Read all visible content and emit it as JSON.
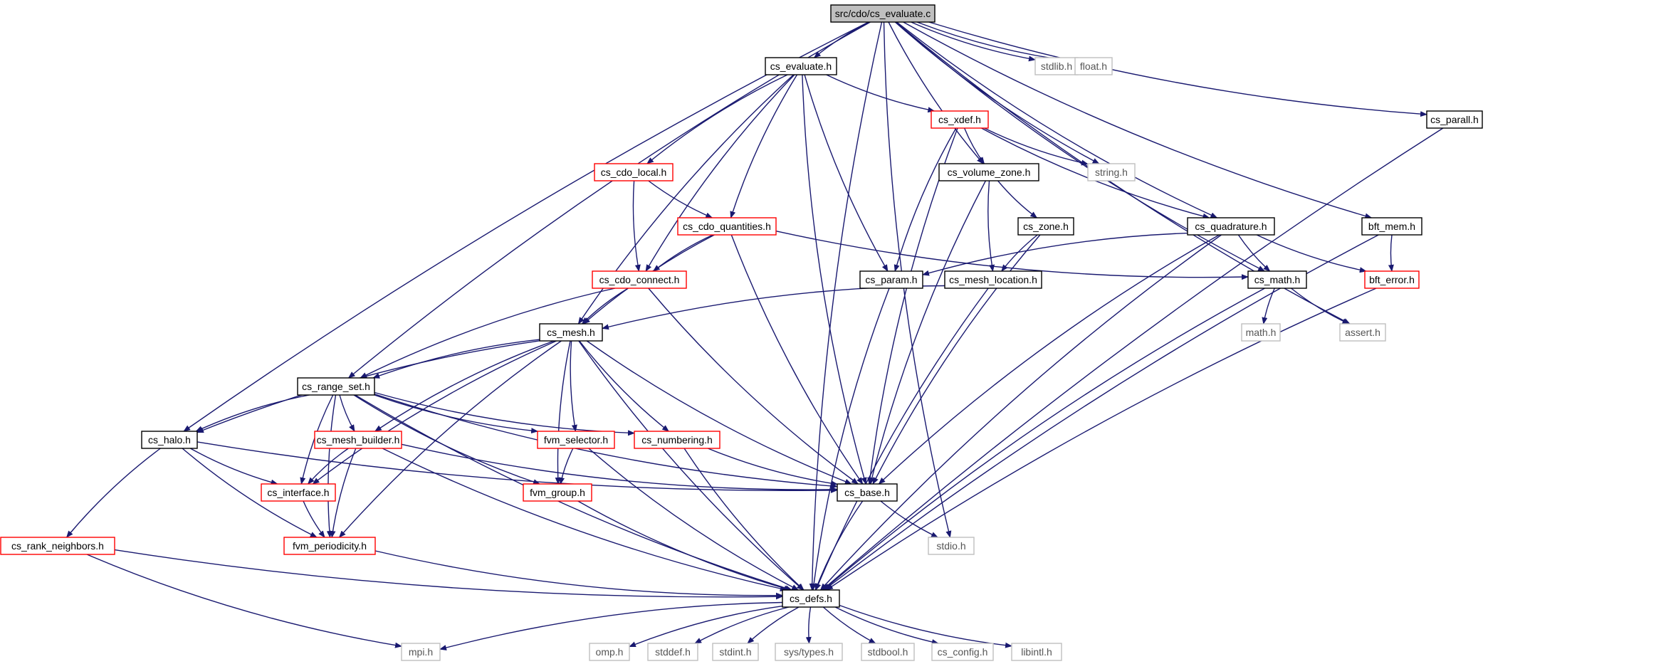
{
  "diagram": {
    "kind": "include dependency graph",
    "colors": {
      "edge": "#191970",
      "root_fill": "#bfbfbf",
      "documented_border": "#000000",
      "truncated_border": "#ff0000",
      "external_border": "#bfbfbf",
      "external_text": "#555555"
    },
    "nodes": [
      {
        "id": "root",
        "label": "src/cdo/cs_evaluate.c",
        "type": "root"
      },
      {
        "id": "stdlib",
        "label": "stdlib.h",
        "type": "external"
      },
      {
        "id": "float",
        "label": "float.h",
        "type": "external"
      },
      {
        "id": "cs_evaluate",
        "label": "cs_evaluate.h",
        "type": "documented"
      },
      {
        "id": "cs_xdef",
        "label": "cs_xdef.h",
        "type": "truncated"
      },
      {
        "id": "cs_parall",
        "label": "cs_parall.h",
        "type": "documented"
      },
      {
        "id": "cs_cdo_local",
        "label": "cs_cdo_local.h",
        "type": "truncated"
      },
      {
        "id": "cs_volume_zone",
        "label": "cs_volume_zone.h",
        "type": "documented"
      },
      {
        "id": "string",
        "label": "string.h",
        "type": "external"
      },
      {
        "id": "cs_cdo_quantities",
        "label": "cs_cdo_quantities.h",
        "type": "truncated"
      },
      {
        "id": "cs_zone",
        "label": "cs_zone.h",
        "type": "documented"
      },
      {
        "id": "cs_quadrature",
        "label": "cs_quadrature.h",
        "type": "documented"
      },
      {
        "id": "bft_mem",
        "label": "bft_mem.h",
        "type": "documented"
      },
      {
        "id": "cs_cdo_connect",
        "label": "cs_cdo_connect.h",
        "type": "truncated"
      },
      {
        "id": "cs_param",
        "label": "cs_param.h",
        "type": "documented"
      },
      {
        "id": "cs_mesh_location",
        "label": "cs_mesh_location.h",
        "type": "documented"
      },
      {
        "id": "cs_math",
        "label": "cs_math.h",
        "type": "documented"
      },
      {
        "id": "bft_error",
        "label": "bft_error.h",
        "type": "truncated"
      },
      {
        "id": "cs_mesh",
        "label": "cs_mesh.h",
        "type": "documented"
      },
      {
        "id": "math",
        "label": "math.h",
        "type": "external"
      },
      {
        "id": "assert",
        "label": "assert.h",
        "type": "external"
      },
      {
        "id": "cs_range_set",
        "label": "cs_range_set.h",
        "type": "documented"
      },
      {
        "id": "cs_halo",
        "label": "cs_halo.h",
        "type": "documented"
      },
      {
        "id": "cs_mesh_builder",
        "label": "cs_mesh_builder.h",
        "type": "truncated"
      },
      {
        "id": "fvm_selector",
        "label": "fvm_selector.h",
        "type": "truncated"
      },
      {
        "id": "cs_numbering",
        "label": "cs_numbering.h",
        "type": "truncated"
      },
      {
        "id": "cs_interface",
        "label": "cs_interface.h",
        "type": "truncated"
      },
      {
        "id": "fvm_group",
        "label": "fvm_group.h",
        "type": "truncated"
      },
      {
        "id": "cs_base",
        "label": "cs_base.h",
        "type": "documented"
      },
      {
        "id": "cs_rank_neighbors",
        "label": "cs_rank_neighbors.h",
        "type": "truncated"
      },
      {
        "id": "fvm_periodicity",
        "label": "fvm_periodicity.h",
        "type": "truncated"
      },
      {
        "id": "stdio",
        "label": "stdio.h",
        "type": "external"
      },
      {
        "id": "cs_defs",
        "label": "cs_defs.h",
        "type": "documented"
      },
      {
        "id": "mpi",
        "label": "mpi.h",
        "type": "external"
      },
      {
        "id": "omp",
        "label": "omp.h",
        "type": "external"
      },
      {
        "id": "stddef",
        "label": "stddef.h",
        "type": "external"
      },
      {
        "id": "stdint",
        "label": "stdint.h",
        "type": "external"
      },
      {
        "id": "systypes",
        "label": "sys/types.h",
        "type": "external"
      },
      {
        "id": "stdbool",
        "label": "stdbool.h",
        "type": "external"
      },
      {
        "id": "cs_config",
        "label": "cs_config.h",
        "type": "external"
      },
      {
        "id": "libintl",
        "label": "libintl.h",
        "type": "external"
      }
    ],
    "edges": [
      [
        "root",
        "stdlib"
      ],
      [
        "root",
        "float"
      ],
      [
        "root",
        "cs_evaluate"
      ],
      [
        "root",
        "cs_parall"
      ],
      [
        "root",
        "cs_volume_zone"
      ],
      [
        "root",
        "string"
      ],
      [
        "root",
        "cs_quadrature"
      ],
      [
        "root",
        "bft_mem"
      ],
      [
        "root",
        "cs_math"
      ],
      [
        "root",
        "assert"
      ],
      [
        "root",
        "cs_range_set"
      ],
      [
        "root",
        "cs_halo"
      ],
      [
        "root",
        "stdio"
      ],
      [
        "root",
        "cs_defs"
      ],
      [
        "cs_evaluate",
        "cs_xdef"
      ],
      [
        "cs_evaluate",
        "cs_cdo_local"
      ],
      [
        "cs_evaluate",
        "cs_cdo_quantities"
      ],
      [
        "cs_evaluate",
        "cs_cdo_connect"
      ],
      [
        "cs_evaluate",
        "cs_param"
      ],
      [
        "cs_evaluate",
        "cs_mesh"
      ],
      [
        "cs_evaluate",
        "cs_base"
      ],
      [
        "cs_xdef",
        "cs_volume_zone"
      ],
      [
        "cs_xdef",
        "string"
      ],
      [
        "cs_xdef",
        "cs_quadrature"
      ],
      [
        "cs_xdef",
        "cs_param"
      ],
      [
        "cs_xdef",
        "cs_base"
      ],
      [
        "cs_parall",
        "cs_defs"
      ],
      [
        "cs_cdo_local",
        "cs_cdo_quantities"
      ],
      [
        "cs_cdo_local",
        "cs_cdo_connect"
      ],
      [
        "cs_volume_zone",
        "cs_zone"
      ],
      [
        "cs_volume_zone",
        "cs_mesh_location"
      ],
      [
        "cs_volume_zone",
        "cs_base"
      ],
      [
        "cs_cdo_quantities",
        "cs_cdo_connect"
      ],
      [
        "cs_cdo_quantities",
        "cs_math"
      ],
      [
        "cs_cdo_quantities",
        "cs_mesh"
      ],
      [
        "cs_cdo_quantities",
        "cs_base"
      ],
      [
        "cs_zone",
        "cs_mesh_location"
      ],
      [
        "cs_zone",
        "cs_base"
      ],
      [
        "cs_quadrature",
        "cs_param"
      ],
      [
        "cs_quadrature",
        "cs_math"
      ],
      [
        "cs_quadrature",
        "bft_error"
      ],
      [
        "cs_quadrature",
        "cs_base"
      ],
      [
        "cs_quadrature",
        "cs_defs"
      ],
      [
        "bft_mem",
        "bft_error"
      ],
      [
        "bft_mem",
        "cs_defs"
      ],
      [
        "cs_cdo_connect",
        "cs_mesh"
      ],
      [
        "cs_cdo_connect",
        "cs_range_set"
      ],
      [
        "cs_cdo_connect",
        "cs_base"
      ],
      [
        "cs_param",
        "cs_defs"
      ],
      [
        "cs_mesh_location",
        "cs_mesh"
      ],
      [
        "cs_mesh_location",
        "cs_defs"
      ],
      [
        "cs_math",
        "math"
      ],
      [
        "cs_math",
        "assert"
      ],
      [
        "cs_math",
        "cs_defs"
      ],
      [
        "bft_error",
        "cs_defs"
      ],
      [
        "cs_mesh",
        "cs_range_set"
      ],
      [
        "cs_mesh",
        "cs_halo"
      ],
      [
        "cs_mesh",
        "cs_mesh_builder"
      ],
      [
        "cs_mesh",
        "fvm_selector"
      ],
      [
        "cs_mesh",
        "cs_numbering"
      ],
      [
        "cs_mesh",
        "cs_interface"
      ],
      [
        "cs_mesh",
        "fvm_group"
      ],
      [
        "cs_mesh",
        "fvm_periodicity"
      ],
      [
        "cs_mesh",
        "cs_base"
      ],
      [
        "cs_mesh",
        "cs_defs"
      ],
      [
        "cs_range_set",
        "cs_halo"
      ],
      [
        "cs_range_set",
        "cs_mesh_builder"
      ],
      [
        "cs_range_set",
        "fvm_selector"
      ],
      [
        "cs_range_set",
        "cs_numbering"
      ],
      [
        "cs_range_set",
        "cs_interface"
      ],
      [
        "cs_range_set",
        "fvm_group"
      ],
      [
        "cs_range_set",
        "fvm_periodicity"
      ],
      [
        "cs_range_set",
        "cs_base"
      ],
      [
        "cs_range_set",
        "cs_defs"
      ],
      [
        "cs_halo",
        "cs_interface"
      ],
      [
        "cs_halo",
        "cs_rank_neighbors"
      ],
      [
        "cs_halo",
        "fvm_periodicity"
      ],
      [
        "cs_halo",
        "cs_base"
      ],
      [
        "cs_mesh_builder",
        "cs_interface"
      ],
      [
        "cs_mesh_builder",
        "fvm_periodicity"
      ],
      [
        "cs_mesh_builder",
        "cs_base"
      ],
      [
        "cs_mesh_builder",
        "cs_defs"
      ],
      [
        "fvm_selector",
        "fvm_group"
      ],
      [
        "fvm_selector",
        "cs_defs"
      ],
      [
        "cs_numbering",
        "cs_base"
      ],
      [
        "cs_numbering",
        "cs_defs"
      ],
      [
        "cs_interface",
        "fvm_periodicity"
      ],
      [
        "fvm_group",
        "cs_defs"
      ],
      [
        "cs_base",
        "stdio"
      ],
      [
        "cs_base",
        "cs_defs"
      ],
      [
        "cs_rank_neighbors",
        "mpi"
      ],
      [
        "cs_rank_neighbors",
        "cs_defs"
      ],
      [
        "fvm_periodicity",
        "cs_defs"
      ],
      [
        "cs_defs",
        "mpi"
      ],
      [
        "cs_defs",
        "omp"
      ],
      [
        "cs_defs",
        "stddef"
      ],
      [
        "cs_defs",
        "stdint"
      ],
      [
        "cs_defs",
        "systypes"
      ],
      [
        "cs_defs",
        "stdbool"
      ],
      [
        "cs_defs",
        "cs_config"
      ],
      [
        "cs_defs",
        "libintl"
      ]
    ]
  }
}
